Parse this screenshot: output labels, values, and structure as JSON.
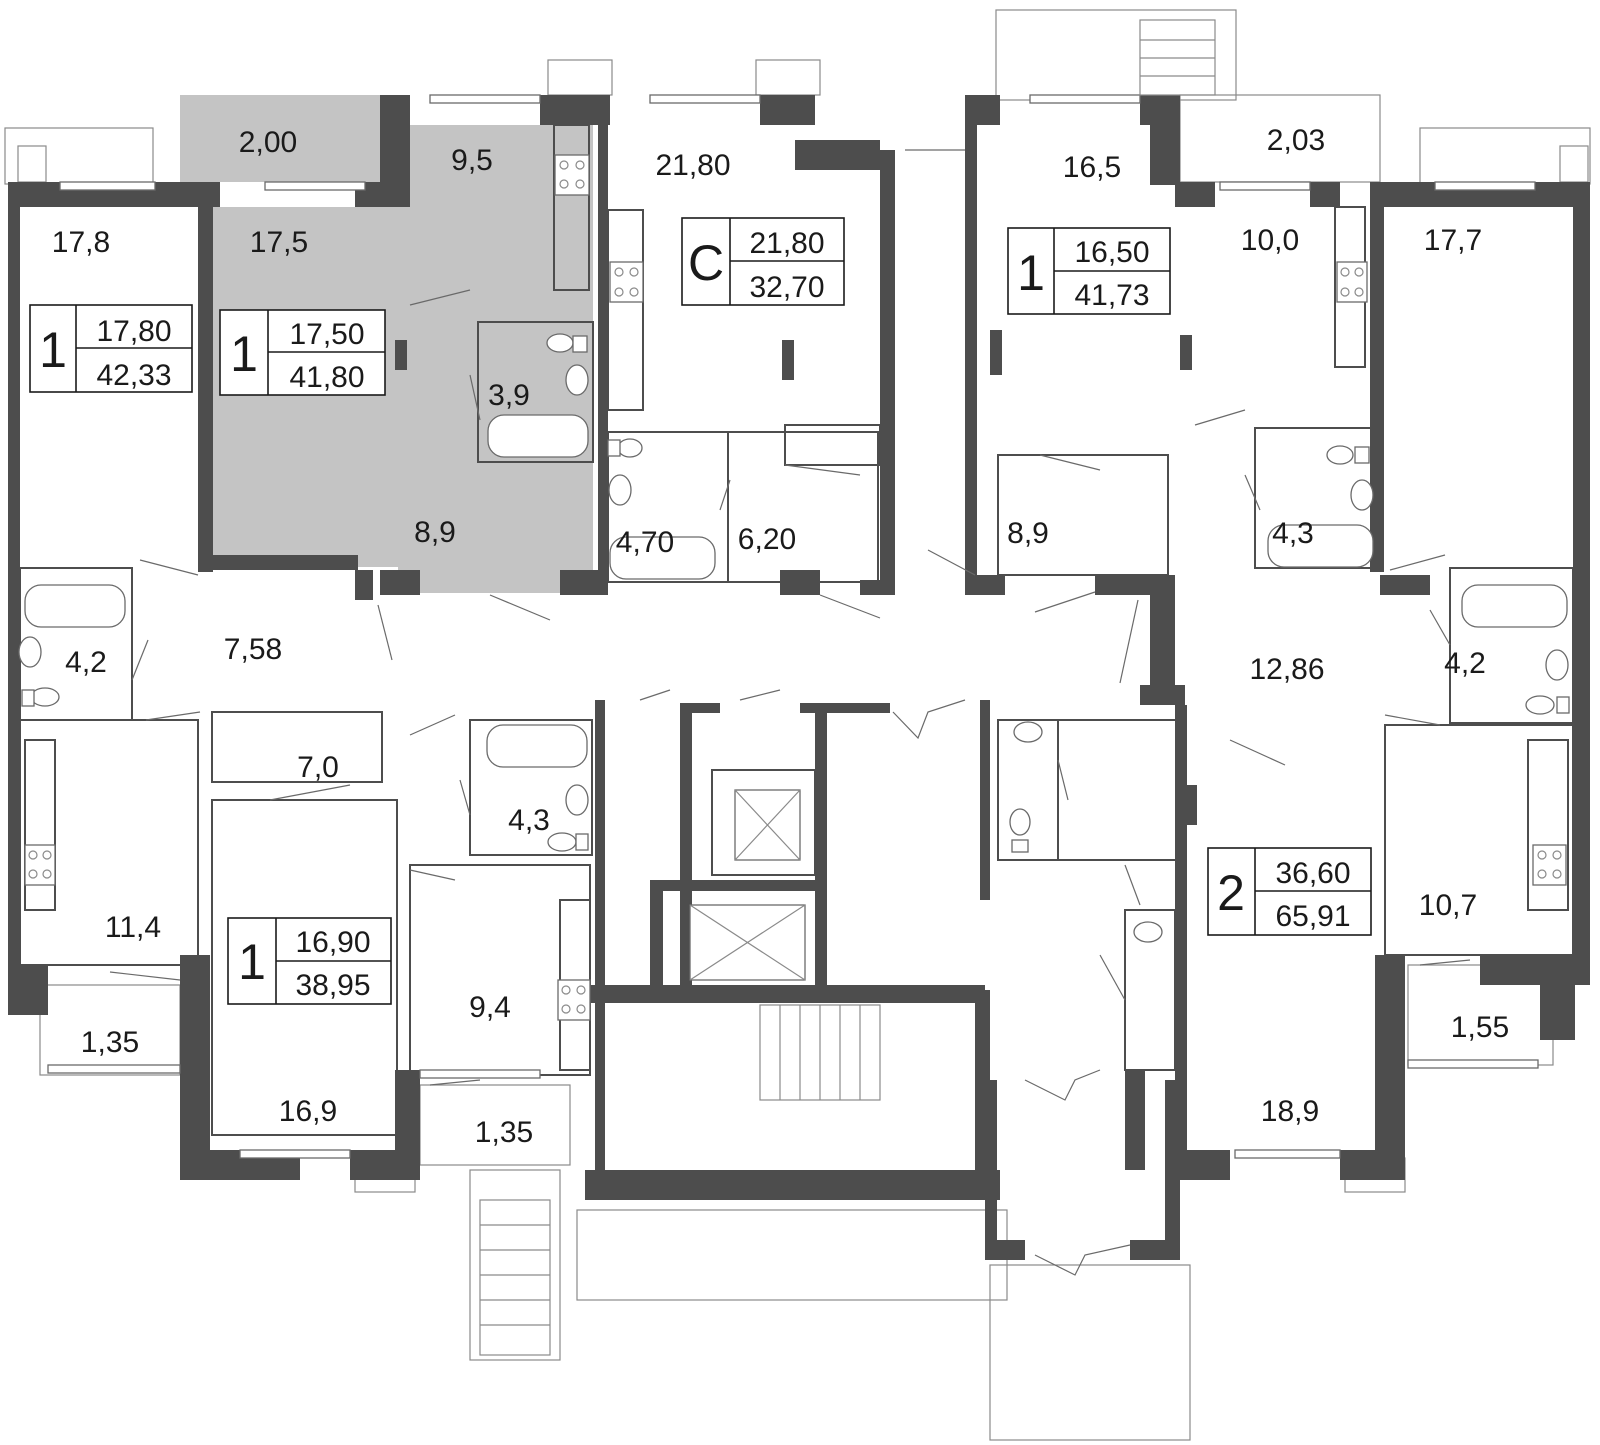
{
  "colors": {
    "wall": "#4d4d4d",
    "highlight": "#c4c4c4",
    "background": "#ffffff",
    "text": "#1a1a1a"
  },
  "apartments": [
    {
      "id": "apt-a",
      "rooms": "1",
      "living_area": "17,80",
      "total_area": "42,33"
    },
    {
      "id": "apt-b",
      "rooms": "1",
      "living_area": "17,50",
      "total_area": "41,80",
      "highlighted": true
    },
    {
      "id": "apt-c",
      "rooms": "C",
      "living_area": "21,80",
      "total_area": "32,70"
    },
    {
      "id": "apt-d",
      "rooms": "1",
      "living_area": "16,50",
      "total_area": "41,73"
    },
    {
      "id": "apt-e",
      "rooms": "1",
      "living_area": "16,90",
      "total_area": "38,95"
    },
    {
      "id": "apt-f",
      "rooms": "2",
      "living_area": "36,60",
      "total_area": "65,91"
    }
  ],
  "rooms": [
    "2,00",
    "9,5",
    "21,80",
    "16,5",
    "2,03",
    "17,8",
    "17,5",
    "10,0",
    "17,7",
    "3,9",
    "8,9",
    "4,70",
    "6,20",
    "8,9",
    "4,3",
    "4,2",
    "7,58",
    "12,86",
    "4,2",
    "7,0",
    "4,3",
    "11,4",
    "10,7",
    "9,4",
    "1,35",
    "1,55",
    "16,9",
    "1,35",
    "18,9"
  ],
  "icons": [
    "sink-icon",
    "toilet-icon",
    "bathtub-icon",
    "stove-icon",
    "elevator-icon",
    "stairs-icon"
  ]
}
